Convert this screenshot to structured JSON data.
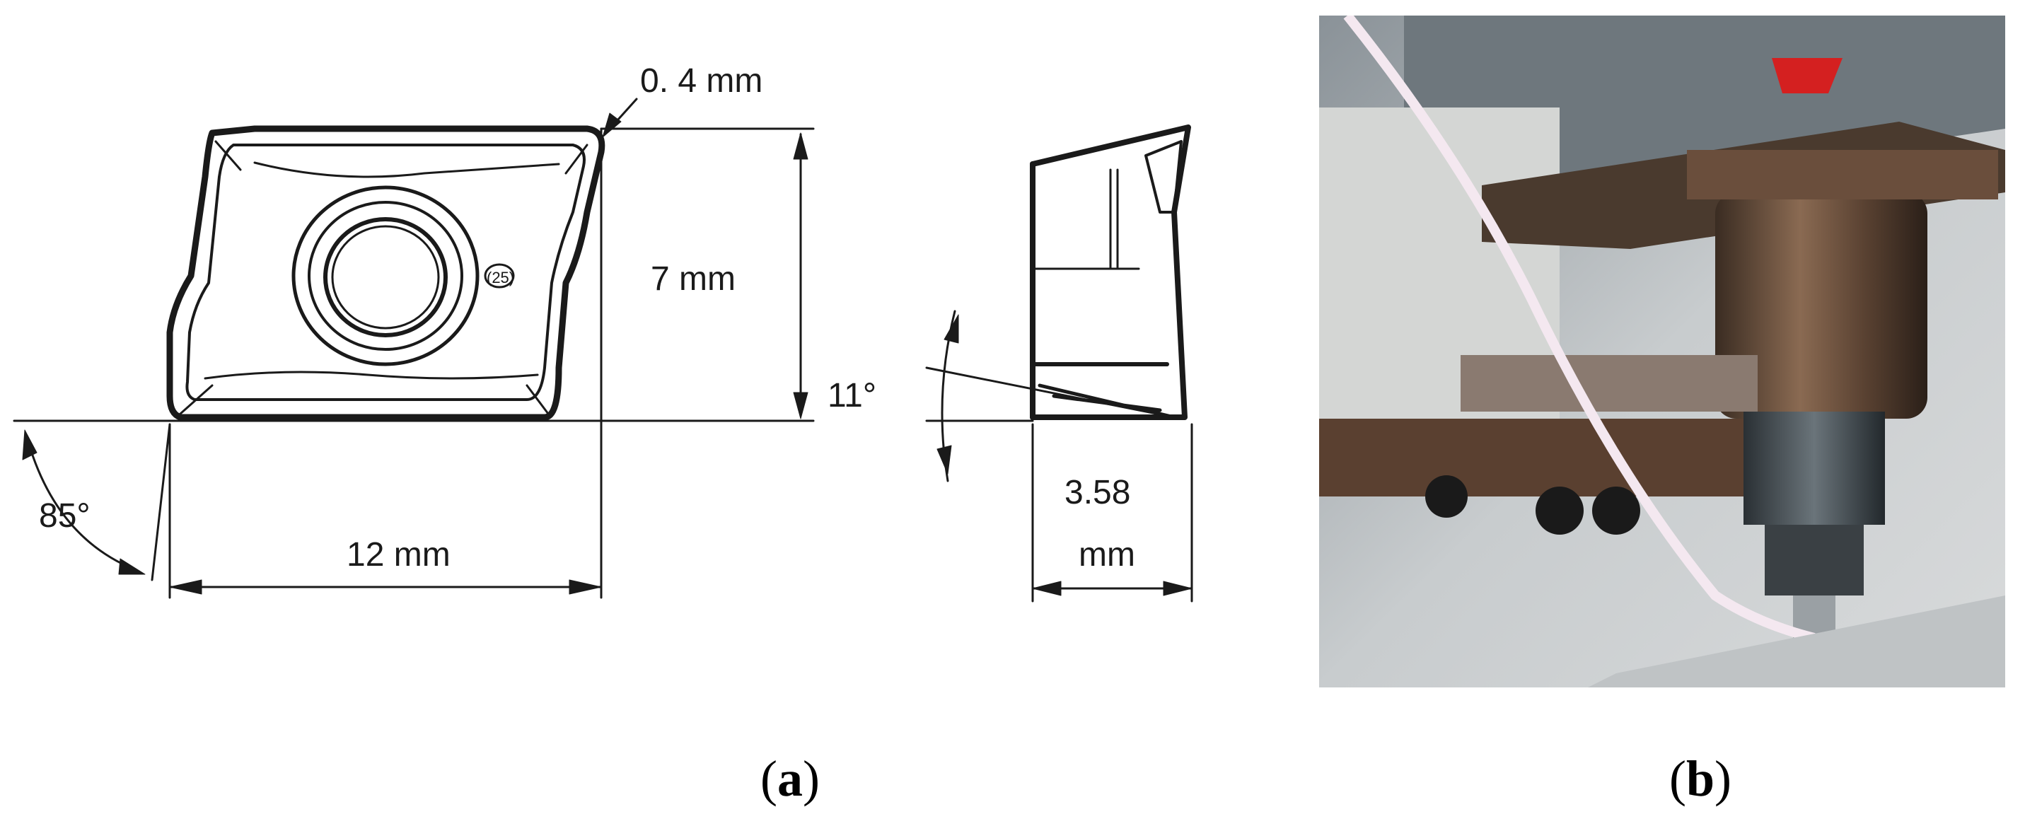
{
  "figure": {
    "panel_a": {
      "caption_letter": "a",
      "labels": {
        "corner_radius": "0. 4 mm",
        "height": "7 mm",
        "width": "12 mm",
        "angle_85": "85°",
        "angle_11": "11°",
        "thickness_value": "3.58",
        "thickness_unit": "mm",
        "insert_mark": "(25)"
      }
    },
    "panel_b": {
      "caption_letter": "b"
    }
  }
}
